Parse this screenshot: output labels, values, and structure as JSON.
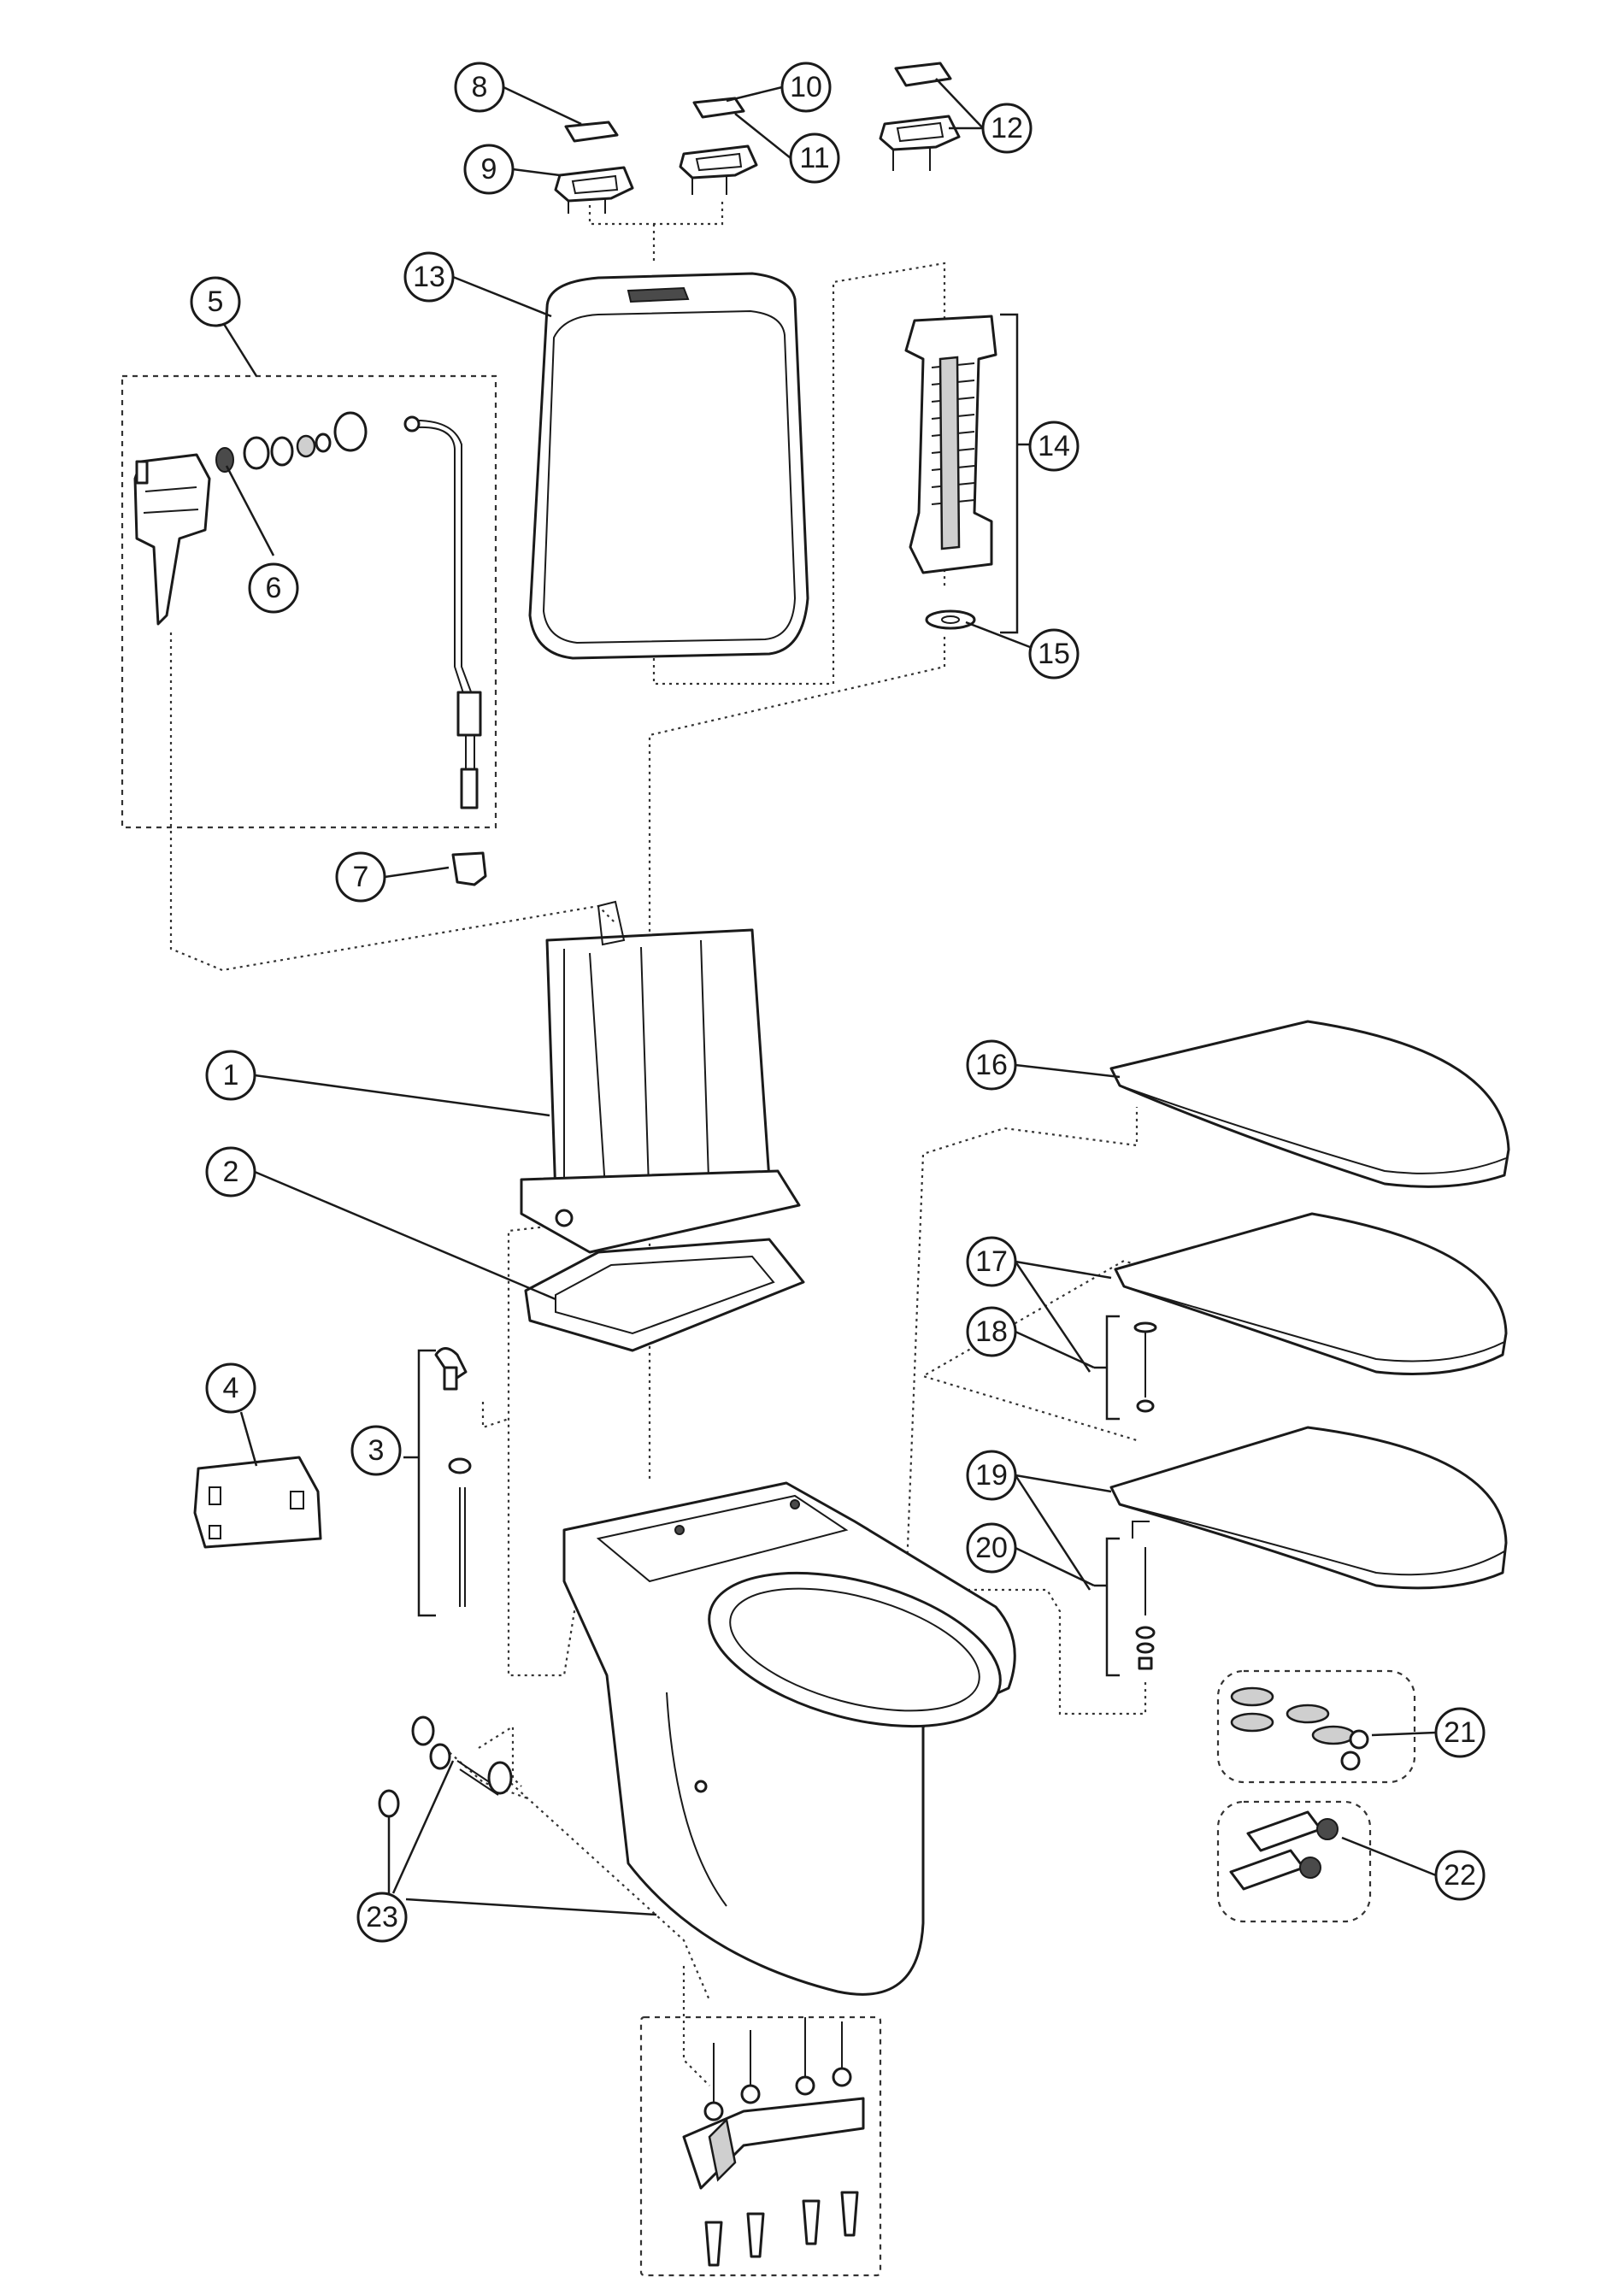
{
  "diagram": {
    "accent_color": "#1a1a1a",
    "background_color": "#ffffff",
    "callouts": [
      "1",
      "2",
      "3",
      "4",
      "5",
      "6",
      "7",
      "8",
      "9",
      "10",
      "11",
      "12",
      "13",
      "14",
      "15",
      "16",
      "17",
      "18",
      "19",
      "20",
      "21",
      "22",
      "23"
    ]
  }
}
